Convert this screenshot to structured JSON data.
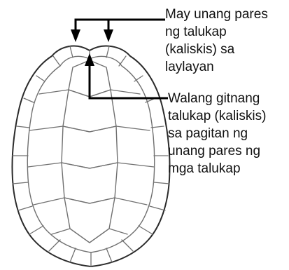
{
  "annotations": [
    {
      "id": "marginal",
      "lines": [
        "May unang pares",
        "ng talukap",
        "(kaliskis) sa",
        "laylayan"
      ]
    },
    {
      "id": "no_nuchal",
      "lines": [
        "Walang gitnang",
        "talukap (kaliskis)",
        "sa pagitan ng",
        "unang pares ng",
        "mga talukap"
      ]
    }
  ],
  "colors": {
    "shell_outline": "#2b2b2b",
    "scute_line": "#707070",
    "arrow": "#000000",
    "text": "#111111"
  }
}
